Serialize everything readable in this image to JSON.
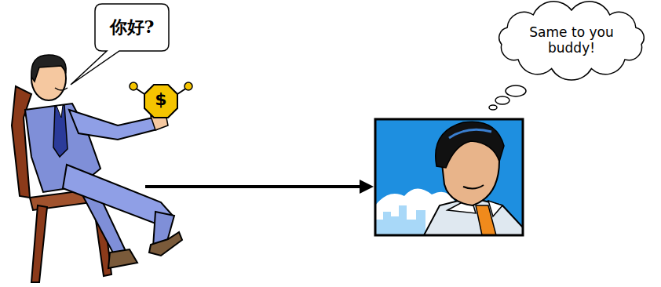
{
  "diagram": {
    "nodes": [
      {
        "text": [
          "你好?"
        ]
      },
      {
        "text": [
          "Same to you buddy!"
        ]
      }
    ],
    "labels": [
      "$"
    ]
  }
}
